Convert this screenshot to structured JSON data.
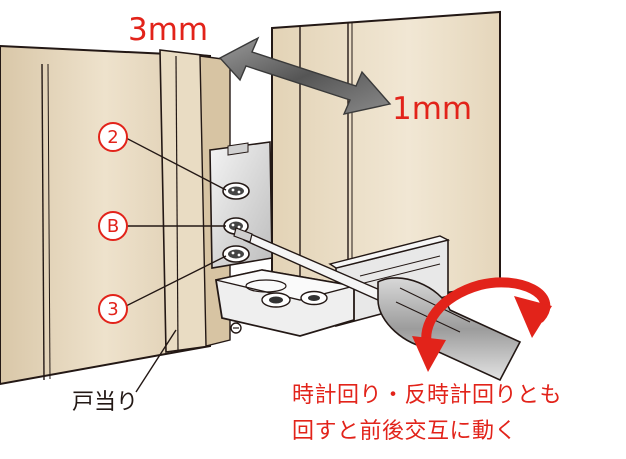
{
  "dimensions": {
    "horizontal": "3mm",
    "depth": "1mm"
  },
  "markers": {
    "upper": "2",
    "middle": "B",
    "lower": "3"
  },
  "part_label": "戸当り",
  "instruction": {
    "line1": "時計回り・反時計回りとも",
    "line2": "回すと前後交互に動く"
  },
  "colors": {
    "accent_red": "#e2231a",
    "door_panel": "#e6d7bf",
    "outline": "#231815",
    "arrow_gray": "#6f6f6f"
  }
}
